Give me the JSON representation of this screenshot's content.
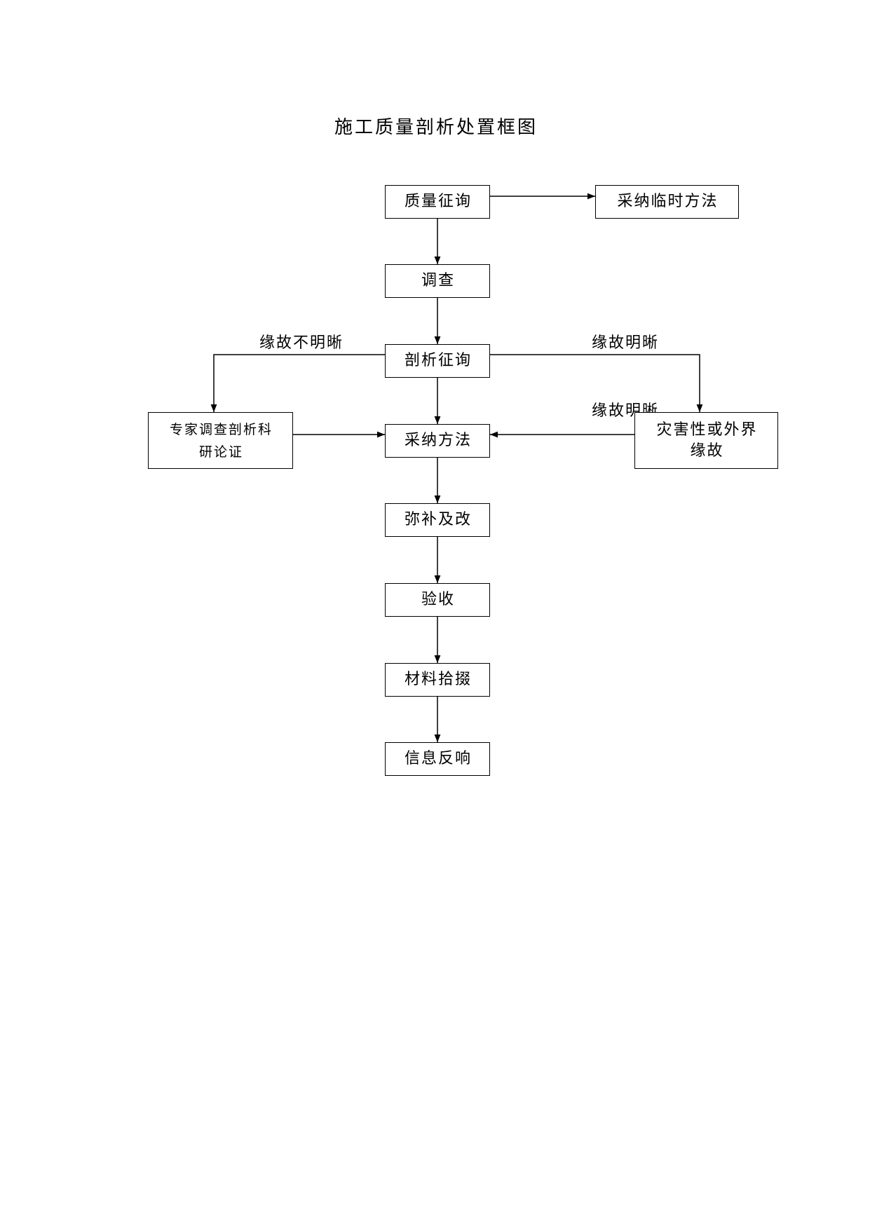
{
  "document": {
    "title": "施工质量剖析处置框图"
  },
  "flowchart": {
    "nodes": {
      "quality_inquiry": "质量征询",
      "temporary_measures": "采纳临时方法",
      "investigation": "调查",
      "analysis_inquiry": "剖析征询",
      "expert_review": [
        "专家调查剖析科",
        "研论证"
      ],
      "adopt_measures": "采纳方法",
      "disaster_or_external_cause": [
        "灾害性或外界",
        "缘故"
      ],
      "remedy_and_correction": "弥补及改",
      "acceptance": "验收",
      "material_compilation": "材料拾掇",
      "information_feedback": "信息反响"
    },
    "branch_labels": {
      "cause_unclear": "缘故不明晰",
      "cause_clear_upper": "缘故明晰",
      "cause_clear_lower": "缘故明晰"
    }
  }
}
